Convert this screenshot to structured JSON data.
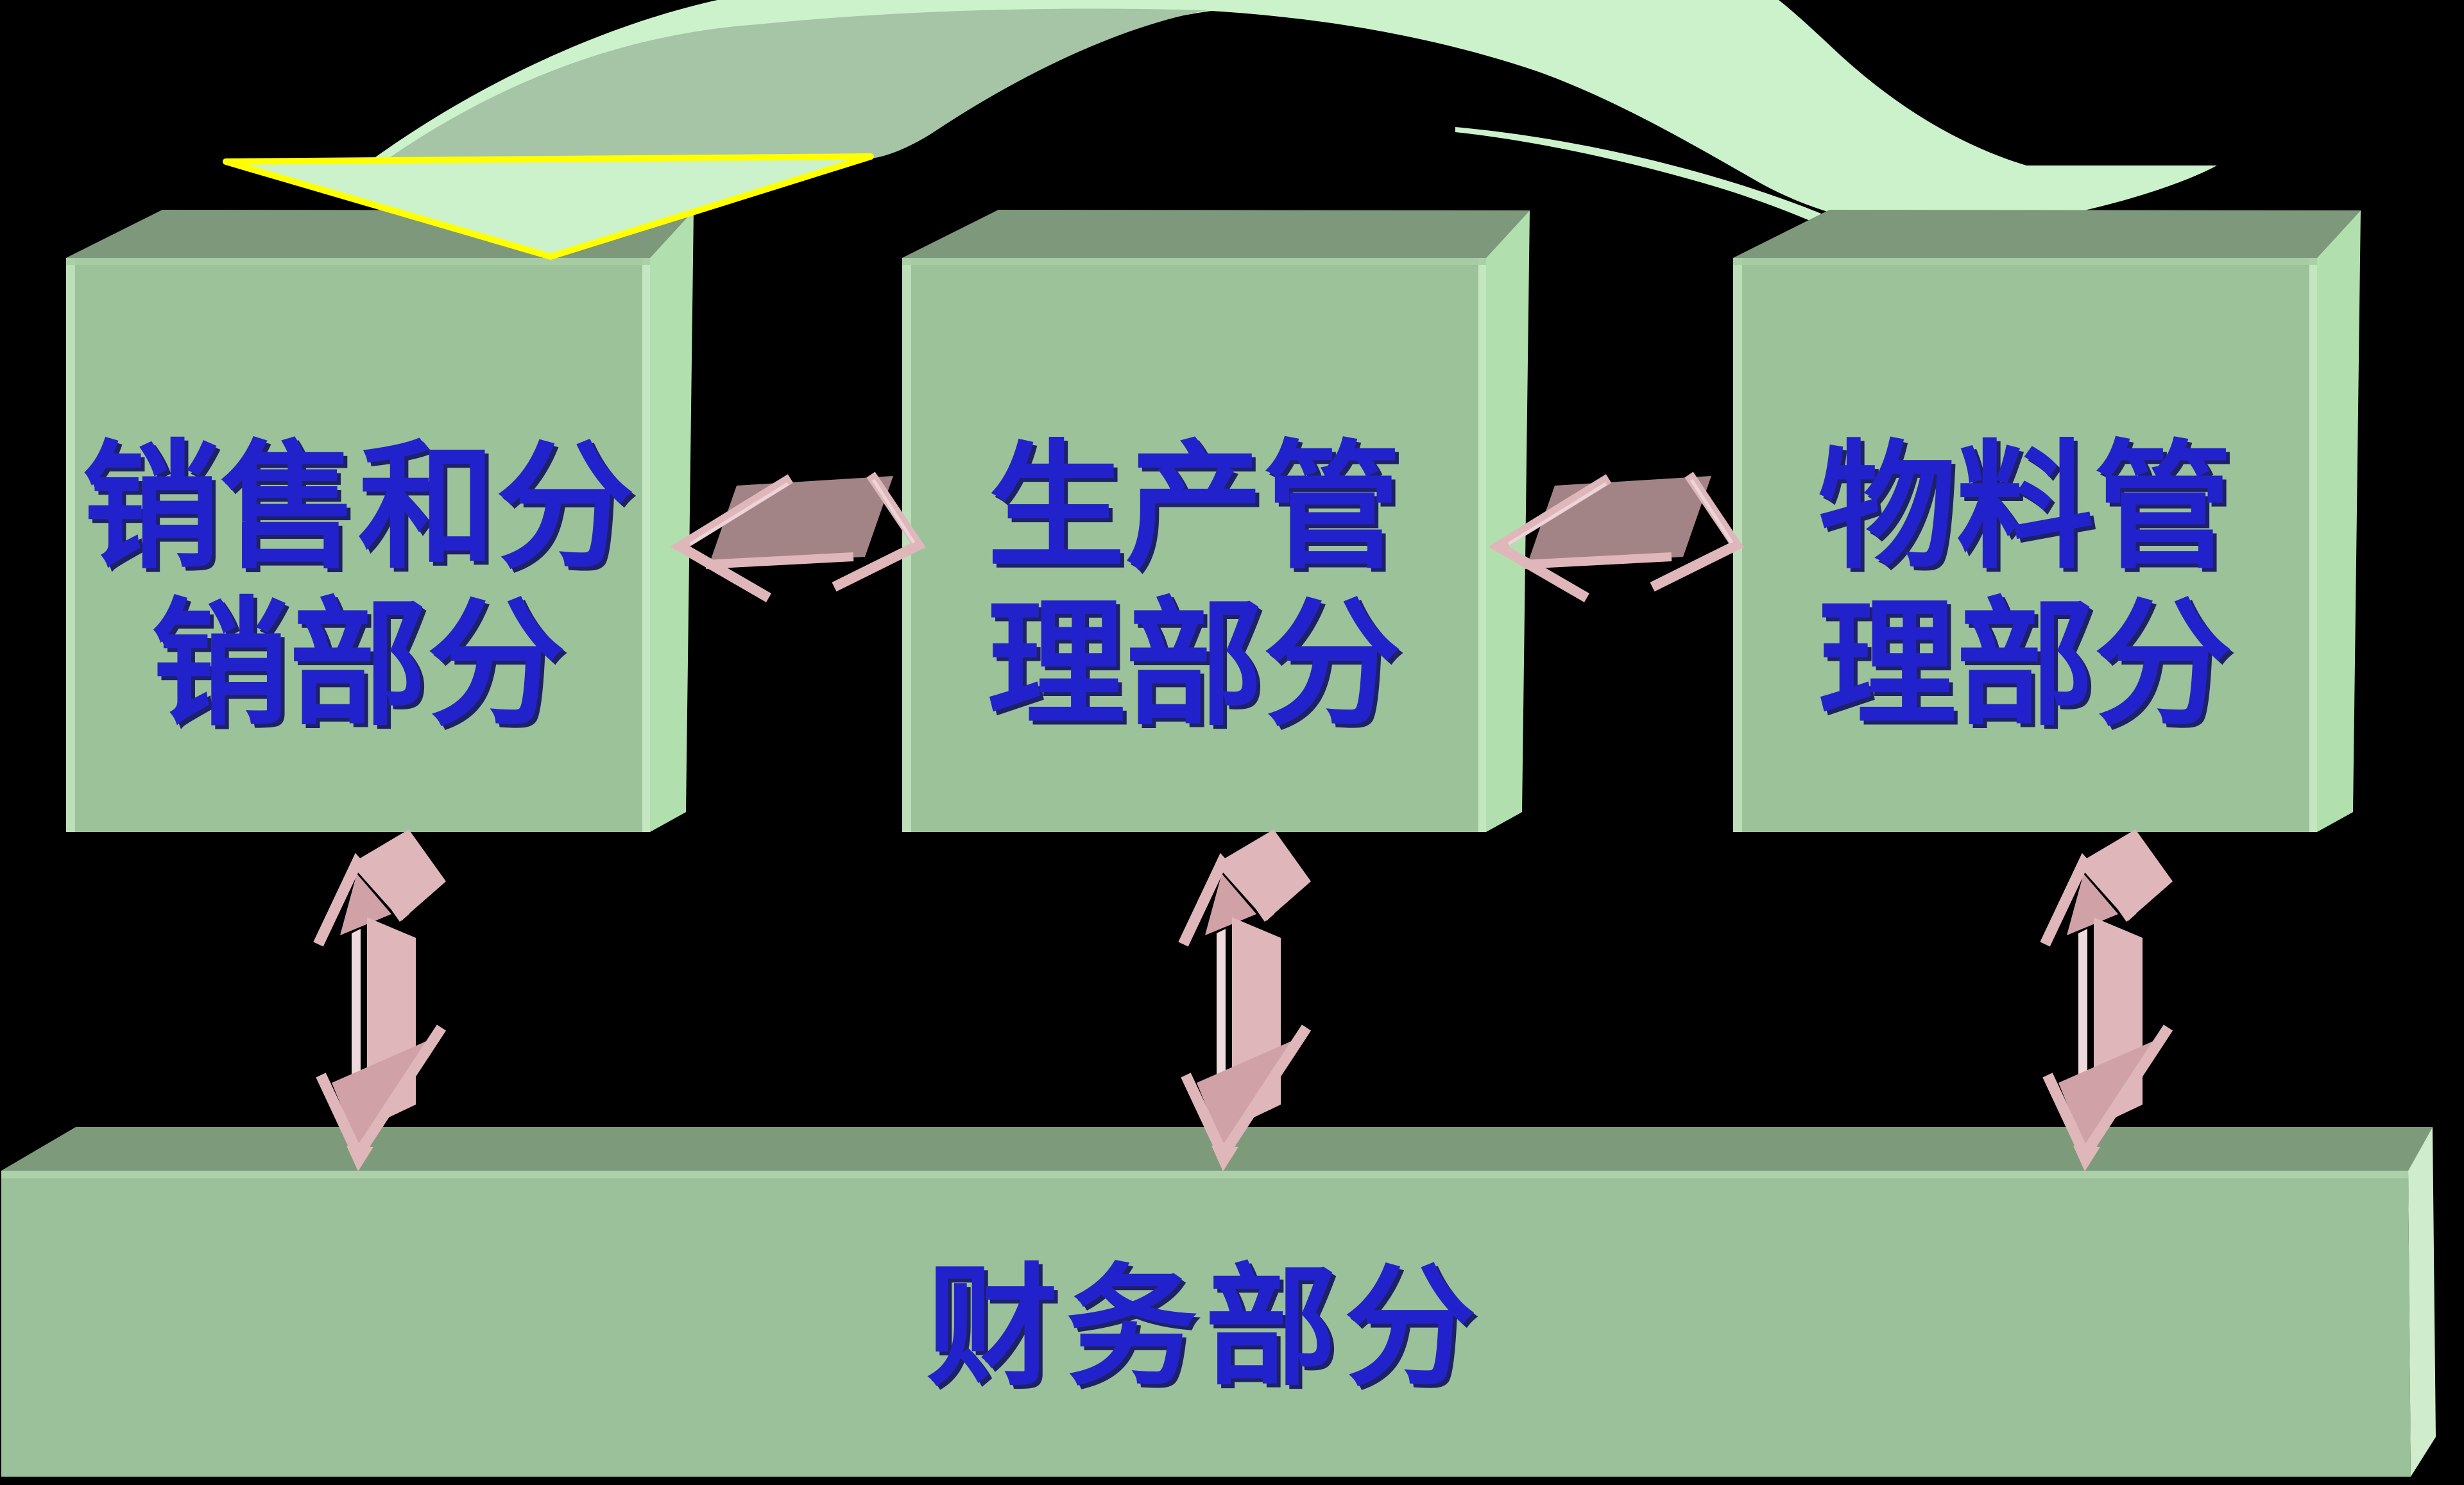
{
  "page": {
    "background_color": "#000000"
  },
  "diagram": {
    "type": "erp-modules-3d-block-diagram",
    "modules": [
      {
        "id": "sales-distribution",
        "line1": "销售和分",
        "line2": "销部分"
      },
      {
        "id": "production-management",
        "line1": "生产管",
        "line2": "理部分"
      },
      {
        "id": "material-management",
        "line1": "物料管",
        "line2": "理部分"
      }
    ],
    "finance_bar": {
      "label": "财务部分"
    },
    "connectors": {
      "top_curved_arrow_icon": "curved-sweep-arrow-icon",
      "horizontal_arrow_icon": "double-headed-horizontal-arrow-icon",
      "vertical_arrow_icon": "double-headed-vertical-arrow-icon"
    },
    "colors": {
      "background": "#000000",
      "box_front": "#9cc29a",
      "box_top": "#7d987a",
      "box_side": "#b2dfae",
      "box_edge_highlight": "#c9ebc6",
      "bar_front": "#9bc19a",
      "bar_top": "#7d9b7b",
      "bar_side": "#cfeccd",
      "arc_pale_green": "#ccf2cc",
      "arc_sage_green": "#a6c4a6",
      "arrowhead_outline_yellow": "#ffff00",
      "pink_light": "#dfb7bb",
      "pink_shade": "#d0a2a7",
      "pink_dark_slab": "#a28487",
      "pink_highlight": "#eedadd",
      "text_blue": "#2222cd"
    }
  }
}
